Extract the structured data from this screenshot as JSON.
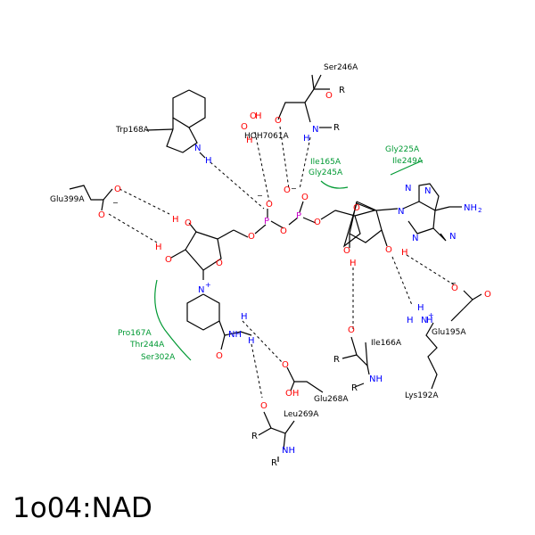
{
  "title": "1o04:NAD",
  "colors": {
    "bond": "#000000",
    "oxygen": "#ff0000",
    "nitrogen": "#0000ff",
    "phosphorus": "#cc00cc",
    "hydrophobic": "#009933",
    "hbond": "#000000"
  },
  "residues": {
    "trp168": "Trp168A",
    "hoh7061": "HOH7061A",
    "ser246": "Ser246A",
    "glu399": "Glu399A",
    "ile165": "Ile165A",
    "gly245": "Gly245A",
    "gly225": "Gly225A",
    "ile249": "Ile249A",
    "pro167": "Pro167A",
    "thr244": "Thr244A",
    "ser302": "Ser302A",
    "ile166": "Ile166A",
    "glu195": "Glu195A",
    "glu268": "Glu268A",
    "leu269": "Leu269A",
    "lys192": "Lys192A"
  },
  "atoms": {
    "O": "O",
    "H": "H",
    "N": "N",
    "P": "P",
    "R": "R",
    "OH": "OH",
    "NH": "NH",
    "NH2": "NH",
    "NH2_sub": "2",
    "N_plus": "N",
    "plus": "+",
    "minus": "−"
  }
}
